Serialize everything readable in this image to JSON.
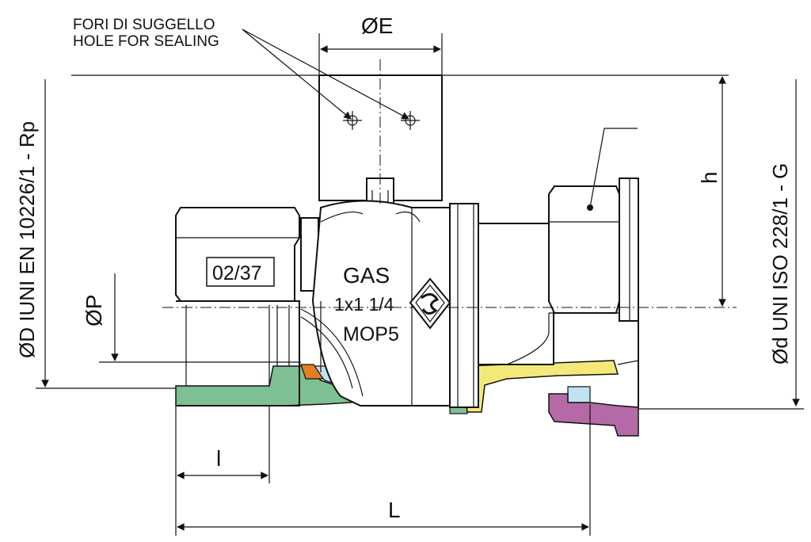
{
  "labels": {
    "sealing_it": "FORI DI SUGGELLO",
    "sealing_en": "HOLE FOR SEALING",
    "dim_E": "ØE",
    "dim_h": "h",
    "dim_P": "ØP",
    "dim_l": "l",
    "dim_L": "L",
    "left_std": "ØD IUNI EN 10226/1 - Rp",
    "right_std": "Ød UNI ISO 228/1 - G",
    "code_box": "02/37",
    "gas_line1": "GAS",
    "gas_line2": "1x1 1/4",
    "gas_line3": "MOP5"
  },
  "colors": {
    "green": "#7fbf94",
    "light_blue": "#bfe3f1",
    "orange": "#e67e22",
    "yellow": "#f3e97a",
    "purple": "#b56aa8",
    "line": "#111111"
  }
}
